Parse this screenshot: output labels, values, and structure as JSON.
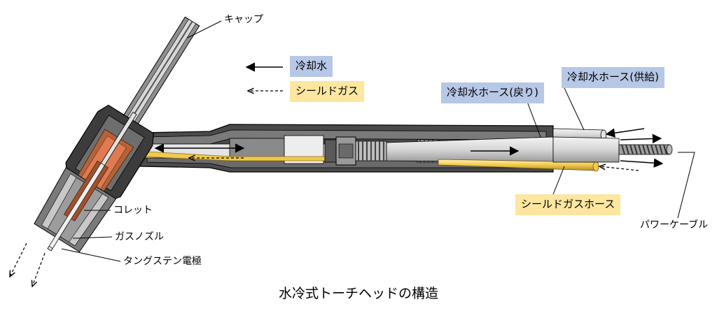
{
  "title": "水冷式トーチヘッドの構造",
  "legend": {
    "coolant": "冷却水",
    "shield_gas": "シールドガス"
  },
  "labels": {
    "cap": "キャップ",
    "collet": "コレット",
    "gas_nozzle": "ガスノズル",
    "electrode": "タングステン電極",
    "return_hose": "冷却水ホース(戻り)",
    "supply_hose": "冷却水ホース(供給)",
    "gas_hose": "シールドガスホース",
    "power_cable": "パワーケーブル"
  },
  "colors": {
    "coolant_box": "#b7c7e6",
    "gas_box": "#fde6a0",
    "body_dark": "#3a3a3a",
    "body_mid": "#6b6b6b",
    "metal_light": "#d2d2d2",
    "copper": "#b5643a",
    "gas_line": "#f2c94c"
  }
}
